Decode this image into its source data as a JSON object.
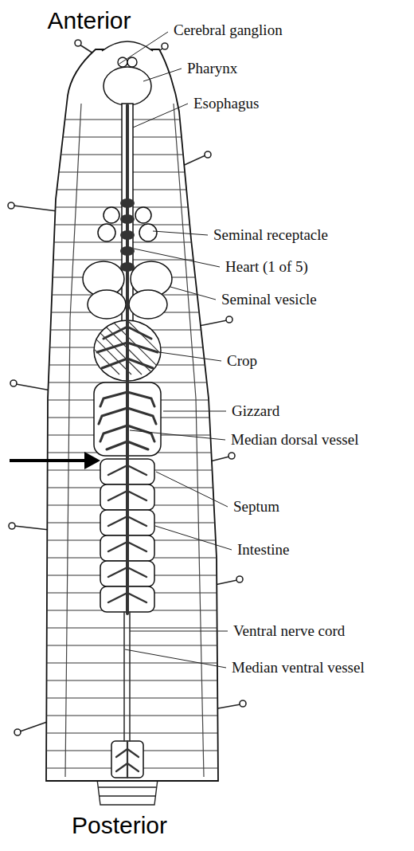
{
  "diagram": {
    "labels": [
      "Anterior",
      "Cerebral ganglion",
      "Pharynx",
      "Esophagus",
      "Seminal receptacle",
      "Heart (1 of 5)",
      "Seminal vesicle",
      "Crop",
      "Gizzard",
      "Median dorsal vessel",
      "Septum",
      "Intestine",
      "Ventral nerve cord",
      "Median ventral vessel",
      "Posterior"
    ]
  }
}
